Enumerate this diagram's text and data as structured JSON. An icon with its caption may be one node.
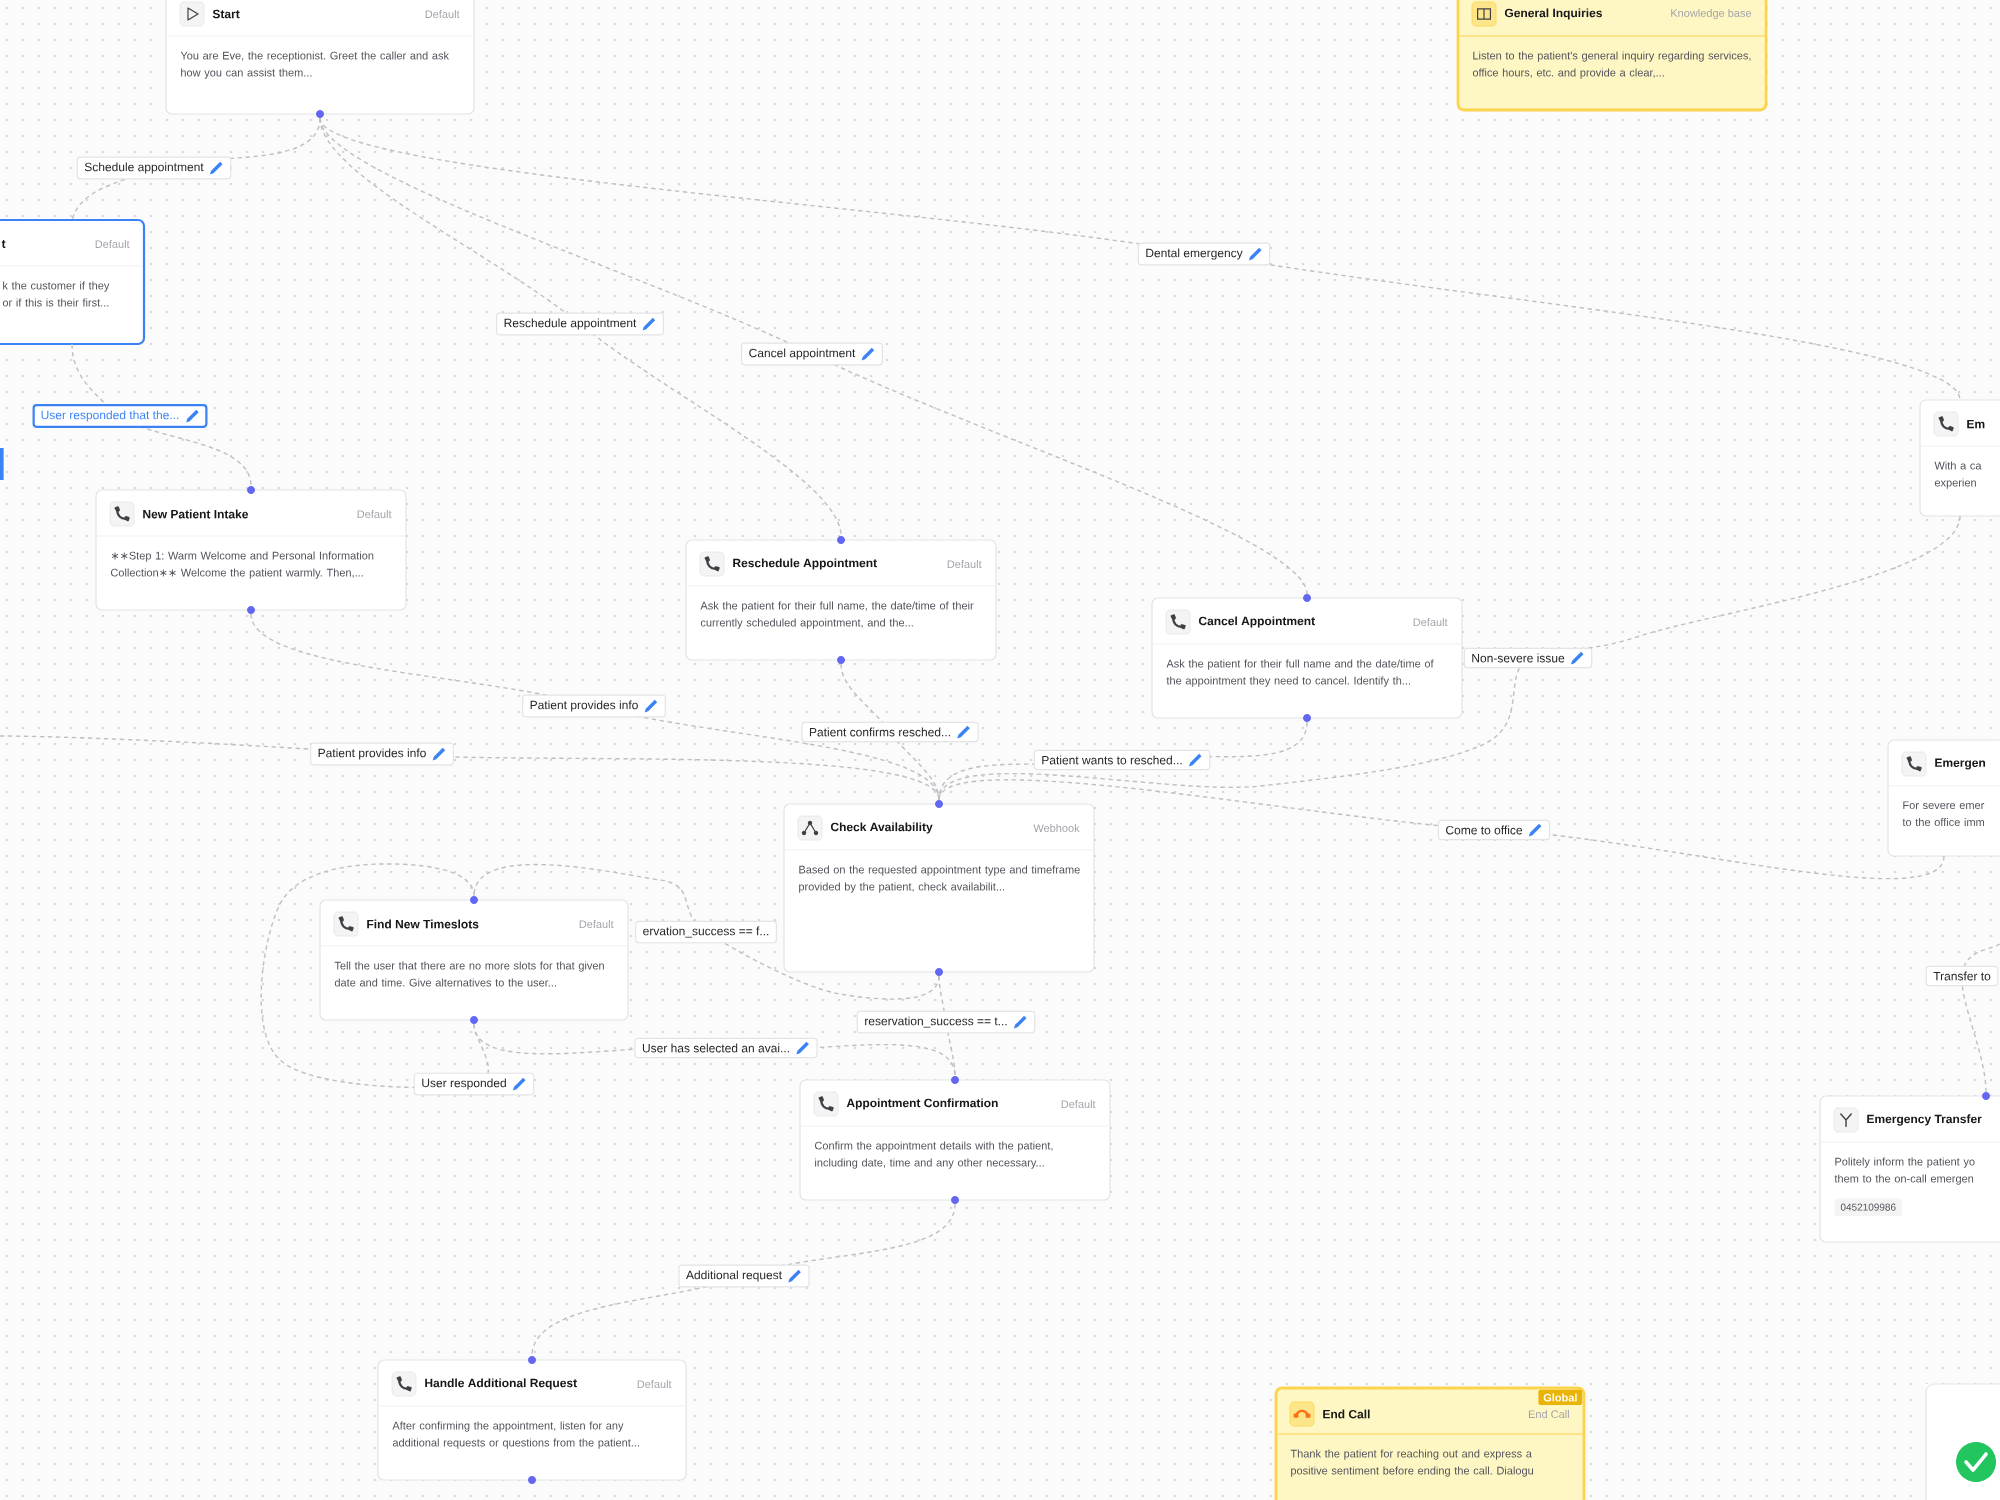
{
  "diagram": {
    "nodes": [
      {
        "text": [
          "Start",
          "Default",
          "You are Eve, the receptionist. Greet the caller and ask how you can assist them..."
        ]
      },
      {
        "text": [
          "General Inquiries",
          "Knowledge base",
          "Listen to the patient's general inquiry regarding services, office hours, etc. and provide a clear,..."
        ]
      },
      {
        "text": [
          "t",
          "Default",
          "k the customer if they or if this is their first..."
        ]
      },
      {
        "text": [
          "Em",
          "With a ca experien"
        ]
      },
      {
        "text": [
          "New Patient Intake",
          "Default",
          "∗∗Step 1: Warm Welcome and Personal Information Collection∗∗ Welcome the patient warmly. Then,..."
        ]
      },
      {
        "text": [
          "Reschedule Appointment",
          "Default",
          "Ask the patient for their full name, the date/time of their currently scheduled appointment, and the..."
        ]
      },
      {
        "text": [
          "Cancel Appointment",
          "Default",
          "Ask the patient for their full name and the date/time of the appointment they need to cancel. Identify th..."
        ]
      },
      {
        "text": [
          "Emergen",
          "For severe emer to the office imm"
        ]
      },
      {
        "text": [
          "Check Availability",
          "Webhook",
          "Based on the requested appointment type and timeframe provided by the patient, check availabilit..."
        ]
      },
      {
        "text": [
          "Find New Timeslots",
          "Default",
          "Tell the user that there are no more slots for that given date and time. Give alternatives to the user..."
        ]
      },
      {
        "text": [
          "Appointment Confirmation",
          "Default",
          "Confirm the appointment details with the patient, including date, time and any other necessary..."
        ]
      },
      {
        "text": [
          "Emergency Transfer",
          "Politely inform the patient yo them to the on-call emergen",
          "0452109986"
        ]
      },
      {
        "text": [
          "Handle Additional Request",
          "Default",
          "After confirming the appointment, listen for any additional requests or questions from the patient..."
        ]
      },
      {
        "text": [
          "End Call",
          "End Call",
          "Thank the patient for reaching out and express a positive sentiment before ending the call. Dialogu",
          "Global"
        ]
      },
      {
        "text": [],
        "shape": "box"
      }
    ],
    "edges": [
      {
        "from": 0,
        "to": 2,
        "arrow": "none",
        "label": "Schedule appointment"
      },
      {
        "from": 0,
        "to": 5,
        "arrow": "none",
        "label": "Reschedule appointment"
      },
      {
        "from": 0,
        "to": 6,
        "arrow": "none",
        "label": "Cancel appointment"
      },
      {
        "from": 0,
        "to": 3,
        "arrow": "none",
        "label": "Dental emergency"
      },
      {
        "from": 2,
        "to": 4,
        "arrow": "none",
        "label": "User responded that the..."
      },
      {
        "from": 4,
        "to": 8,
        "arrow": "none",
        "label": "Patient provides info"
      },
      {
        "from": null,
        "to": 8,
        "arrow": "none",
        "label": "Patient provides info"
      },
      {
        "from": 5,
        "to": 8,
        "arrow": "none",
        "label": "Patient confirms resched..."
      },
      {
        "from": 6,
        "to": 8,
        "arrow": "none",
        "label": "Patient wants to resched..."
      },
      {
        "from": 3,
        "to": 8,
        "arrow": "none",
        "label": "Non-severe issue"
      },
      {
        "from": 7,
        "to": 8,
        "arrow": "none",
        "label": "Come to office"
      },
      {
        "from": null,
        "to": 11,
        "arrow": "none",
        "label": "Transfer to"
      },
      {
        "from": 8,
        "to": 9,
        "arrow": "none",
        "label": "ervation_success == f..."
      },
      {
        "from": 8,
        "to": 10,
        "arrow": "none",
        "label": "reservation_success == t..."
      },
      {
        "from": 9,
        "to": 10,
        "arrow": "none",
        "label": "User has selected an avai..."
      },
      {
        "from": 9,
        "to": 9,
        "arrow": "none",
        "label": "User responded"
      },
      {
        "from": 10,
        "to": 12,
        "arrow": "none",
        "label": "Additional request"
      }
    ]
  }
}
